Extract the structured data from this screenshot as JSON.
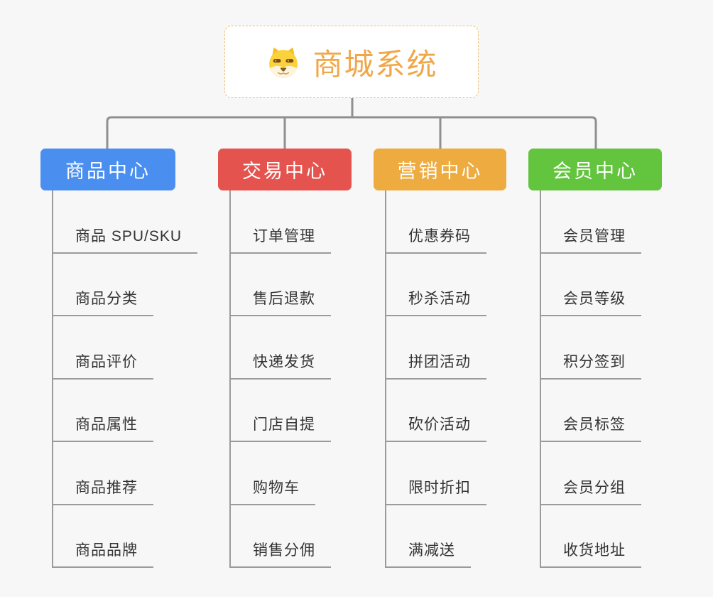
{
  "canvas": {
    "background": "#f7f7f7",
    "connector_color": "#8f8f8f",
    "leaf_line_color": "#9b9b9b"
  },
  "root": {
    "title": "商城系统",
    "icon": "doge-icon",
    "title_color": "#f0a748",
    "border_color": "#efbf76"
  },
  "branches": [
    {
      "label": "商品中心",
      "color": "#4a8ff0",
      "children": [
        "商品 SPU/SKU",
        "商品分类",
        "商品评价",
        "商品属性",
        "商品推荐",
        "商品品牌"
      ]
    },
    {
      "label": "交易中心",
      "color": "#e5534f",
      "children": [
        "订单管理",
        "售后退款",
        "快递发货",
        "门店自提",
        "购物车",
        "销售分佣"
      ]
    },
    {
      "label": "营销中心",
      "color": "#eeab3f",
      "children": [
        "优惠券码",
        "秒杀活动",
        "拼团活动",
        "砍价活动",
        "限时折扣",
        "满减送"
      ]
    },
    {
      "label": "会员中心",
      "color": "#63c43e",
      "children": [
        "会员管理",
        "会员等级",
        "积分签到",
        "会员标签",
        "会员分组",
        "收货地址"
      ]
    }
  ]
}
